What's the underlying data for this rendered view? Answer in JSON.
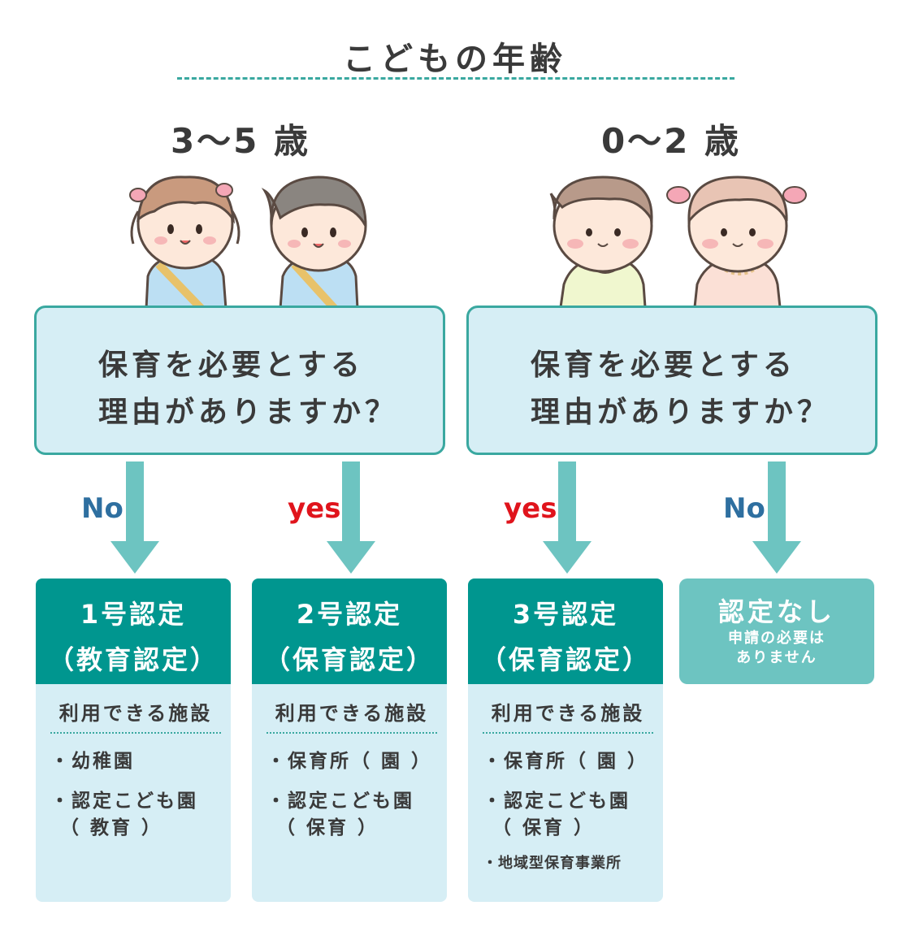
{
  "title": "こどもの年齢",
  "ages": {
    "left": "3～5 歳",
    "right": "0～2 歳"
  },
  "question": {
    "line1": "保育を必要とする",
    "line2": "理由がありますか？"
  },
  "arrows": {
    "a1": "No",
    "a2": "yes",
    "a3": "yes",
    "a4": "No"
  },
  "cards": [
    {
      "head1": "1号認定",
      "head2": "（教育認定）",
      "sub": "利用できる施設",
      "items": [
        "・幼稚園",
        "・認定こども園",
        "（ 教育 ）"
      ]
    },
    {
      "head1": "2号認定",
      "head2": "（保育認定）",
      "sub": "利用できる施設",
      "items": [
        "・保育所（ 園 ）",
        "・認定こども園",
        "（ 保育 ）"
      ]
    },
    {
      "head1": "3号認定",
      "head2": "（保育認定）",
      "sub": "利用できる施設",
      "items": [
        "・保育所（ 園 ）",
        "・認定こども園",
        "（ 保育 ）",
        "・地域型保育事業所"
      ]
    }
  ],
  "nocard": {
    "title": "認定なし",
    "sub1": "申請の必要は",
    "sub2": "ありません"
  },
  "colors": {
    "teal": "#00968f",
    "light_teal": "#6dc4c1",
    "box_bg": "#d6eef5",
    "arrow": "#6dc4c1",
    "no": "#2e6fa0",
    "yes": "#e0141c"
  }
}
